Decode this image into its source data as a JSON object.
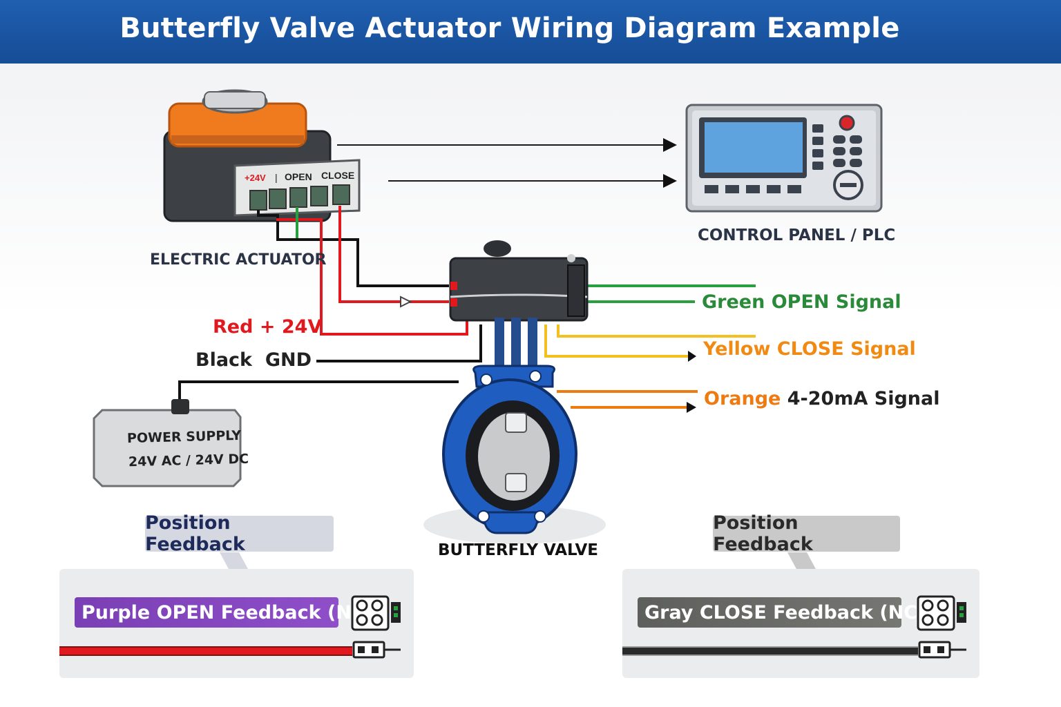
{
  "header": {
    "title": "Butterfly Valve Actuator Wiring Diagram Example"
  },
  "actuator": {
    "caption": "ELECTRIC ACTUATOR",
    "terminal_labels": {
      "plus24v": "+24V",
      "divider": "|",
      "open": "OPEN",
      "close": "CLOSE"
    }
  },
  "control_panel": {
    "caption": "CONTROL PANEL / PLC"
  },
  "valve": {
    "caption": "BUTTERFLY VALVE"
  },
  "power_supply": {
    "line1": "POWER SUPPLY",
    "line2": "24V AC / 24V DC"
  },
  "wires": {
    "red": {
      "label": "Red + 24V",
      "color": "#e0191e"
    },
    "black": {
      "label_color": "Black",
      "label_signal": "GND",
      "color": "#111111"
    }
  },
  "signals": {
    "green": {
      "label": "Green OPEN Signal",
      "color": "#2a8a3a"
    },
    "yellow": {
      "label": "Yellow CLOSE Signal",
      "color": "#f08a12",
      "wire_color": "#f4c020"
    },
    "orange": {
      "label_color": "Orange",
      "label_rest": "4-20mA Signal",
      "color": "#ee7a12"
    }
  },
  "feedback": {
    "left": {
      "tag": "Position Feedback",
      "band": "Purple OPEN Feedback (NO)",
      "band_color": "#7b3fb5",
      "wire_color": "#e0191e",
      "tag_text_color": "#1d2a5a"
    },
    "right": {
      "tag": "Position Feedback",
      "band": "Gray CLOSE Feedback (NC)",
      "band_color": "#6d6e6a",
      "wire_color": "#2a2a2a",
      "tag_text_color": "#2a2a2a"
    }
  }
}
